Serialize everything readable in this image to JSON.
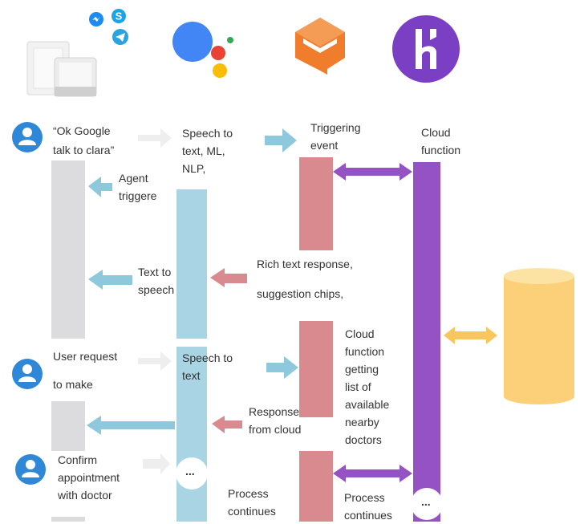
{
  "labels": {
    "ok_google": "“Ok Google",
    "talk_clara": "talk to clara”",
    "speech_text_1": "Speech to",
    "speech_text_2": "text, ML,",
    "speech_text_3": "NLP,",
    "trig_1": "Triggering",
    "trig_2": "event",
    "cloud_1": "Cloud",
    "cloud_2": "function",
    "agent_1": "Agent",
    "agent_2": "triggere",
    "tts_1": "Text to",
    "tts_2": "speech",
    "rich_1": "Rich text response,",
    "rich_2": "suggestion chips,",
    "req_1": "User request",
    "req_2": "to make",
    "st_1": "Speech to",
    "st_2": "text",
    "cf_1": "Cloud",
    "cf_2": "function",
    "cf_3": "getting",
    "cf_4": "list of",
    "cf_5": "available",
    "cf_6": "nearby",
    "cf_7": "doctors",
    "resp_1": "Response",
    "resp_2": "from cloud",
    "confirm_1": "Confirm",
    "confirm_2": "appointment",
    "confirm_3": "with doctor",
    "ellipsis_1": "...",
    "ellipsis_2": "...",
    "proc_1a": "Process",
    "proc_1b": "continues",
    "proc_2a": "Process",
    "proc_2b": "continues"
  },
  "icons": [
    "devices-messaging-icon",
    "google-assistant-icon",
    "dialogflow-icon",
    "heroku-icon",
    "user-icon",
    "database-icon"
  ],
  "colors": {
    "gray": "#dcdcdf",
    "blue": "#a8d4e3",
    "arrow_blue": "#8ec8dc",
    "red": "#d98a8e",
    "purple": "#9452c2",
    "db": "#fcd078"
  }
}
